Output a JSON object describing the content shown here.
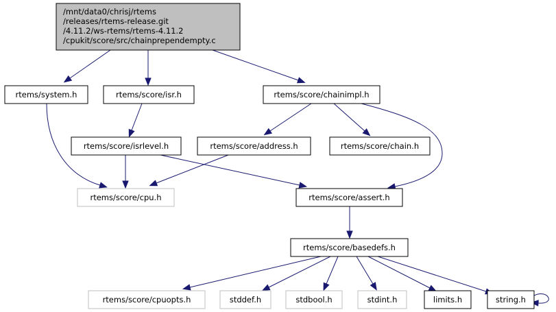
{
  "nodes": [
    {
      "id": "root",
      "lines": [
        "/mnt/data0/chrisj/rtems",
        "/releases/rtems-release.git",
        "/4.11.2/ws-rtems/rtems-4.11.2",
        "/cpukit/score/src/chainprependempty.c"
      ],
      "style": "root"
    },
    {
      "id": "system",
      "lines": [
        "rtems/system.h"
      ],
      "style": "normal"
    },
    {
      "id": "isr",
      "lines": [
        "rtems/score/isr.h"
      ],
      "style": "normal"
    },
    {
      "id": "chainimpl",
      "lines": [
        "rtems/score/chainimpl.h"
      ],
      "style": "normal"
    },
    {
      "id": "isrlevel",
      "lines": [
        "rtems/score/isrlevel.h"
      ],
      "style": "normal"
    },
    {
      "id": "address",
      "lines": [
        "rtems/score/address.h"
      ],
      "style": "normal"
    },
    {
      "id": "chain",
      "lines": [
        "rtems/score/chain.h"
      ],
      "style": "normal"
    },
    {
      "id": "cpu",
      "lines": [
        "rtems/score/cpu.h"
      ],
      "style": "missing"
    },
    {
      "id": "assert",
      "lines": [
        "rtems/score/assert.h"
      ],
      "style": "normal"
    },
    {
      "id": "basedefs",
      "lines": [
        "rtems/score/basedefs.h"
      ],
      "style": "normal"
    },
    {
      "id": "cpuopts",
      "lines": [
        "rtems/score/cpuopts.h"
      ],
      "style": "missing"
    },
    {
      "id": "stddef",
      "lines": [
        "stddef.h"
      ],
      "style": "missing"
    },
    {
      "id": "stdbool",
      "lines": [
        "stdbool.h"
      ],
      "style": "missing"
    },
    {
      "id": "stdint",
      "lines": [
        "stdint.h"
      ],
      "style": "missing"
    },
    {
      "id": "limits",
      "lines": [
        "limits.h"
      ],
      "style": "normal"
    },
    {
      "id": "string",
      "lines": [
        "string.h"
      ],
      "style": "normal"
    }
  ],
  "edges": [
    {
      "from": "root",
      "to": "system"
    },
    {
      "from": "root",
      "to": "isr"
    },
    {
      "from": "root",
      "to": "chainimpl"
    },
    {
      "from": "system",
      "to": "cpu"
    },
    {
      "from": "isr",
      "to": "isrlevel"
    },
    {
      "from": "chainimpl",
      "to": "address"
    },
    {
      "from": "chainimpl",
      "to": "chain"
    },
    {
      "from": "chainimpl",
      "to": "assert"
    },
    {
      "from": "isrlevel",
      "to": "cpu"
    },
    {
      "from": "isrlevel",
      "to": "assert"
    },
    {
      "from": "address",
      "to": "cpu"
    },
    {
      "from": "assert",
      "to": "basedefs"
    },
    {
      "from": "basedefs",
      "to": "cpuopts"
    },
    {
      "from": "basedefs",
      "to": "stddef"
    },
    {
      "from": "basedefs",
      "to": "stdbool"
    },
    {
      "from": "basedefs",
      "to": "stdint"
    },
    {
      "from": "basedefs",
      "to": "limits"
    },
    {
      "from": "basedefs",
      "to": "string"
    },
    {
      "from": "string",
      "to": "string"
    }
  ],
  "colors": {
    "edge": "#191970",
    "root_fill": "#bfbfbf",
    "node_border": "#000000",
    "missing_border": "#bfbfbf",
    "node_fill": "#ffffff"
  }
}
